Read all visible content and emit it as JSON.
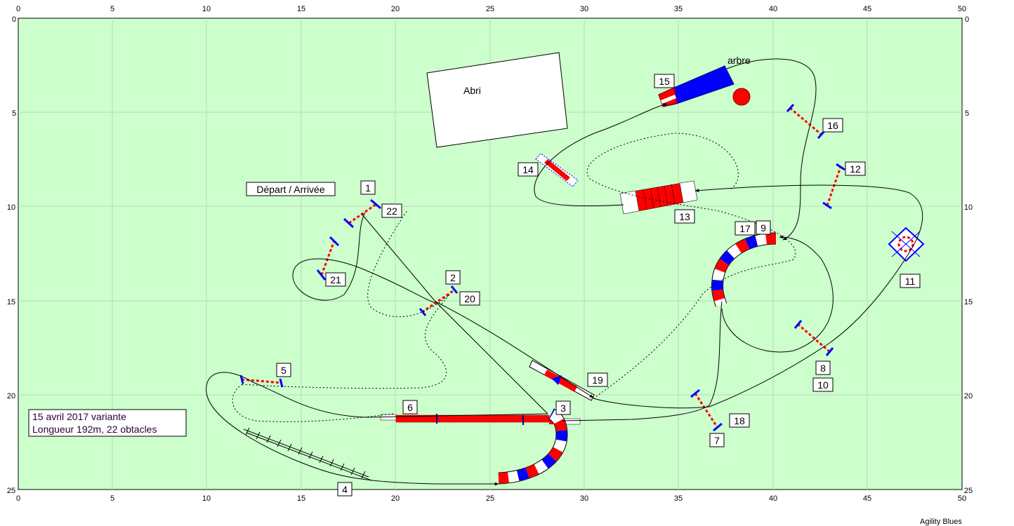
{
  "axes": {
    "x_ticks": [
      "0",
      "5",
      "10",
      "15",
      "20",
      "25",
      "30",
      "35",
      "40",
      "45",
      "50"
    ],
    "y_ticks": [
      "0",
      "5",
      "10",
      "15",
      "20",
      "25"
    ]
  },
  "labels": {
    "start_finish": "Départ / Arrivée",
    "shelter": "Abri",
    "tree": "arbre",
    "info_line1": "15 avril 2017 variante",
    "info_line2": "Longueur 192m, 22 obtacles",
    "credit": "Agility Blues"
  },
  "obstacle_numbers": {
    "n1": "1",
    "n2": "2",
    "n3": "3",
    "n4": "4",
    "n5": "5",
    "n6": "6",
    "n7": "7",
    "n8": "8",
    "n9": "9",
    "n10": "10",
    "n11": "11",
    "n12": "12",
    "n13": "13",
    "n14": "14",
    "n15": "15",
    "n16": "16",
    "n17": "17",
    "n18": "18",
    "n19": "19",
    "n20": "20",
    "n21": "21",
    "n22": "22"
  },
  "colors": {
    "field": "#ccffcc",
    "red": "#ff0000",
    "blue": "#0000ff",
    "navy": "#000080"
  }
}
